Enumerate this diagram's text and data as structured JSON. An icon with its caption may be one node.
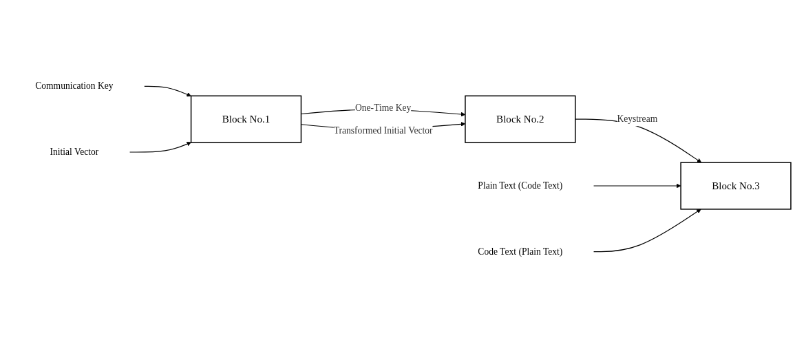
{
  "diagram": {
    "nodes": [
      {
        "text": [
          "Block No.1"
        ]
      },
      {
        "text": [
          "Block No.2"
        ]
      },
      {
        "text": [
          "Block No.3"
        ]
      },
      {
        "text": [
          "Communication Key"
        ]
      },
      {
        "text": [
          "Initial Vector"
        ]
      },
      {
        "text": [
          "Plain Text (Code Text)"
        ]
      },
      {
        "text": [
          "Code Text (Plain Text)"
        ]
      }
    ],
    "edges": [
      {
        "from": 0,
        "to": 1,
        "arrow": "to",
        "label": "One-Time Key"
      },
      {
        "from": 0,
        "to": 1,
        "arrow": "to",
        "label": "Transformed Initial Vector"
      },
      {
        "from": 1,
        "to": 2,
        "arrow": "to",
        "label": "Keystream"
      },
      {
        "from": 3,
        "to": 0,
        "arrow": "to"
      },
      {
        "from": 4,
        "to": 0,
        "arrow": "to"
      },
      {
        "from": 5,
        "to": 2,
        "arrow": "to"
      },
      {
        "from": 6,
        "to": 2,
        "arrow": "to"
      }
    ]
  }
}
